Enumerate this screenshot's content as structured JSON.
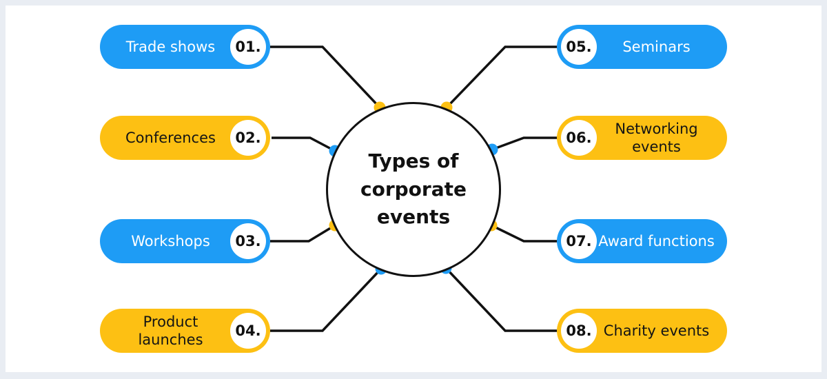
{
  "title": "Types of corporate events",
  "center": {
    "text": "Types of corporate events"
  },
  "colors": {
    "blue": "#1e9cf5",
    "yellow": "#fdc013",
    "line": "#111111",
    "background": "#ffffff",
    "frame": "#e9edf3"
  },
  "items": [
    {
      "number": "01.",
      "label": "Trade shows",
      "color": "blue",
      "side": "left"
    },
    {
      "number": "02.",
      "label": "Conferences",
      "color": "yellow",
      "side": "left"
    },
    {
      "number": "03.",
      "label": "Workshops",
      "color": "blue",
      "side": "left"
    },
    {
      "number": "04.",
      "label": "Product launches",
      "color": "yellow",
      "side": "left"
    },
    {
      "number": "05.",
      "label": "Seminars",
      "color": "blue",
      "side": "right"
    },
    {
      "number": "06.",
      "label": "Networking events",
      "color": "yellow",
      "side": "right"
    },
    {
      "number": "07.",
      "label": "Award functions",
      "color": "blue",
      "side": "right"
    },
    {
      "number": "08.",
      "label": "Charity events",
      "color": "yellow",
      "side": "right"
    }
  ]
}
